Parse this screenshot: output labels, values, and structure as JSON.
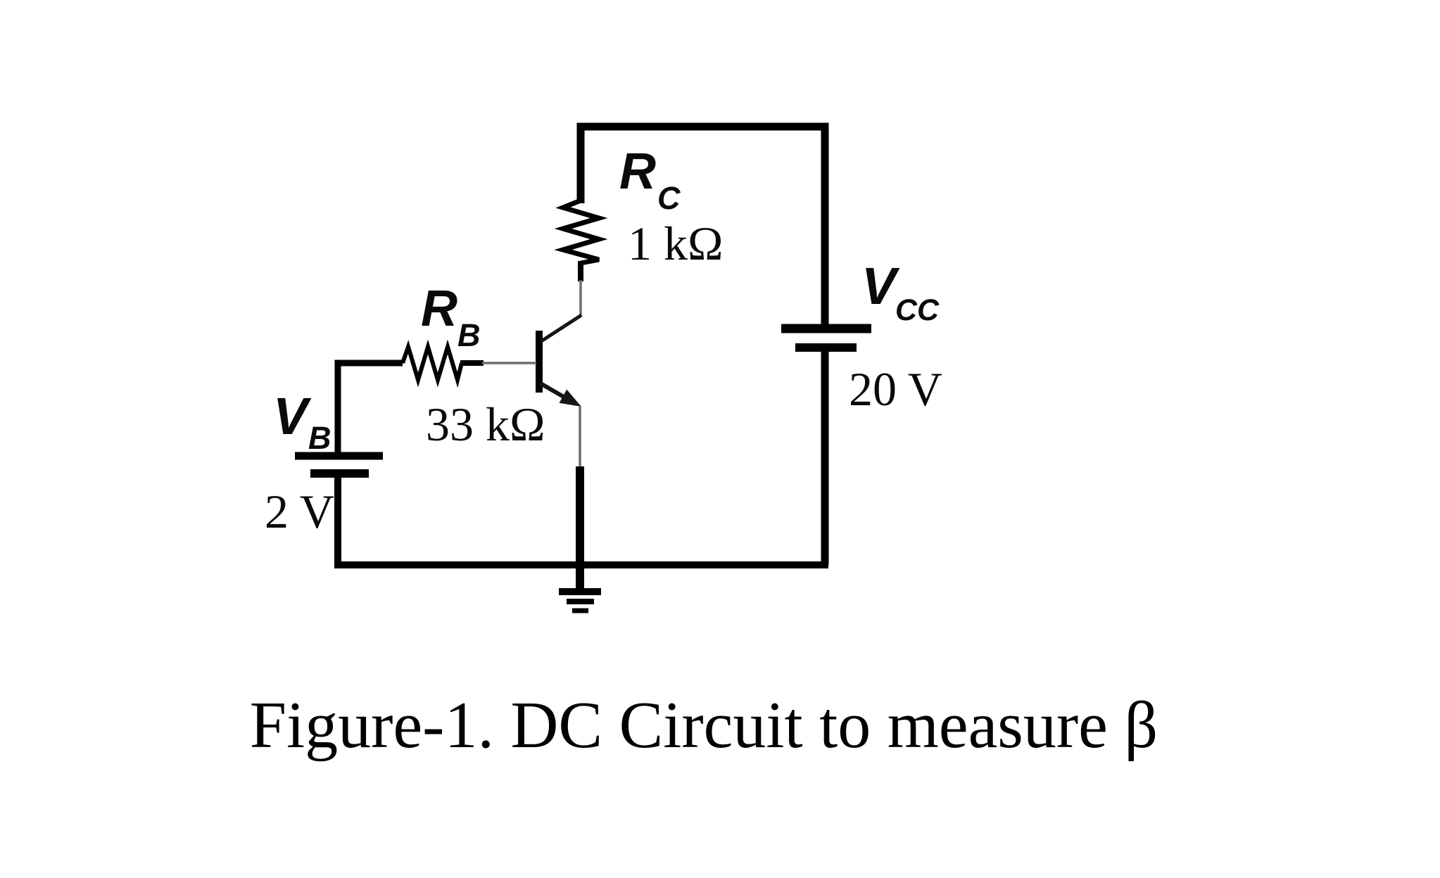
{
  "figure": {
    "caption": "Figure-1. DC Circuit to measure β"
  },
  "labels": {
    "rc": {
      "symbol": "R",
      "subscript": "C",
      "value": "1 kΩ"
    },
    "rb": {
      "symbol": "R",
      "subscript": "B",
      "value": "33 kΩ"
    },
    "vcc": {
      "symbol": "V",
      "subscript": "CC",
      "value": "20 V"
    },
    "vb": {
      "symbol": "V",
      "subscript": "B",
      "value": "2 V"
    }
  },
  "icons": {
    "transistor": "npn-transistor-icon",
    "resistor_rc": "resistor-icon",
    "resistor_rb": "resistor-icon",
    "battery_vcc": "battery-icon",
    "battery_vb": "battery-icon",
    "ground": "ground-icon"
  },
  "colors": {
    "wire": "#000000",
    "thin_wire": "#6e6e6e",
    "background": "#ffffff",
    "text": "#0a0a0a"
  }
}
